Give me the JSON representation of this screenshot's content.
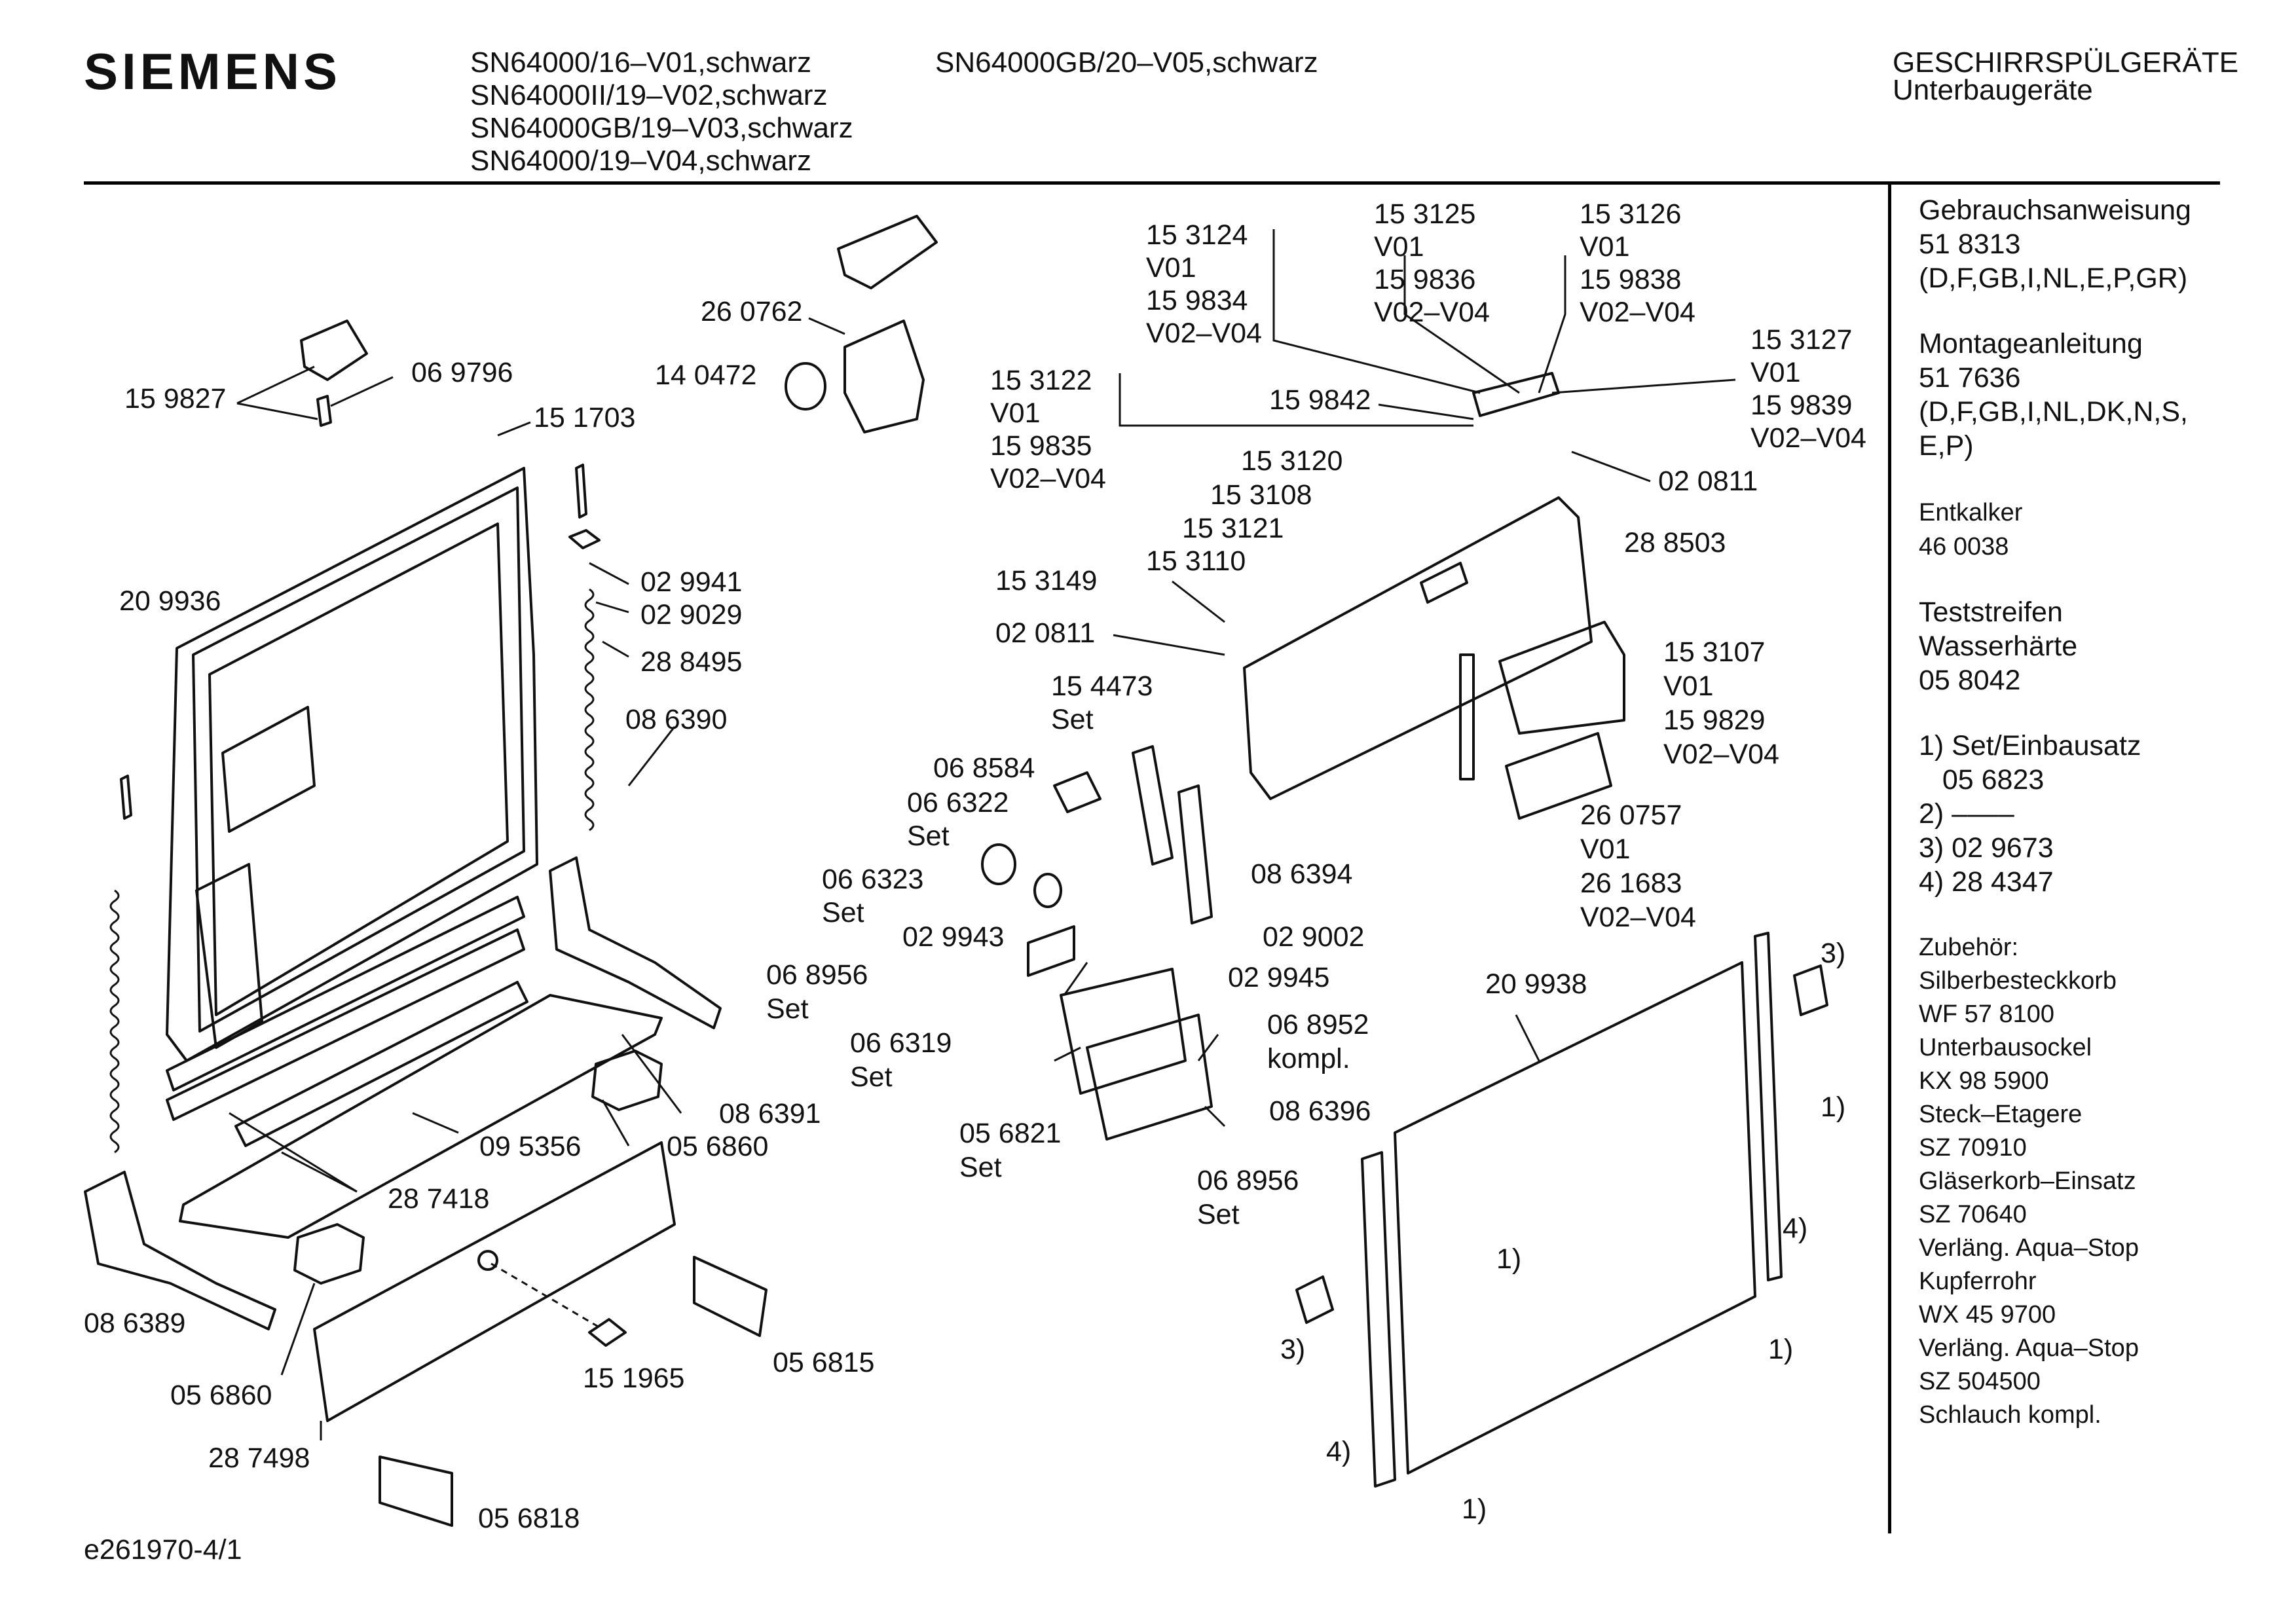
{
  "header": {
    "brand": "SIEMENS",
    "models_col1": [
      "SN64000/16–V01,schwarz",
      "SN64000II/19–V02,schwarz",
      "SN64000GB/19–V03,schwarz",
      "SN64000/19–V04,schwarz"
    ],
    "models_col2": [
      "SN64000GB/20–V05,schwarz"
    ],
    "category": "GESCHIRRSPÜLGERÄTE",
    "subcategory": "Unterbaugeräte"
  },
  "sidebar": [
    {
      "lines": [
        "Gebrauchsanweisung",
        "51 8313",
        "(D,F,GB,I,NL,E,P,GR)"
      ]
    },
    {
      "lines": [
        "Montageanleitung",
        "51 7636",
        "(D,F,GB,I,NL,DK,N,S,",
        "E,P)"
      ]
    },
    {
      "lines": [
        "Entkalker",
        "46 0038"
      ]
    },
    {
      "lines": [
        "Teststreifen",
        "Wasserhärte",
        "05 8042"
      ]
    },
    {
      "lines": [
        "1) Set/Einbausatz",
        "   05 6823",
        "2) ––––",
        "3) 02 9673",
        "4) 28 4347"
      ]
    },
    {
      "lines": [
        "Zubehör:",
        "Silberbesteckkorb",
        "WF 57 8100",
        "Unterbausockel",
        "KX 98 5900",
        "Steck–Etagere",
        "SZ 70910",
        "Gläserkorb–Einsatz",
        "SZ 70640",
        "Verläng. Aqua–Stop",
        "Kupferrohr",
        "WX 45 9700",
        "Verläng. Aqua–Stop",
        "SZ 504500",
        "Schlauch kompl."
      ]
    }
  ],
  "parts": {
    "p260762": "26 0762",
    "p140472": "14 0472",
    "p159827": "15 9827",
    "p069796": "06 9796",
    "p151703": "15 1703",
    "p209936": "20 9936",
    "p029941": "02 9941",
    "p029029": "02 9029",
    "p288495": "28 8495",
    "p086390": "08 6390",
    "p153124": [
      "15 3124",
      "V01",
      "15 9834",
      "V02–V04"
    ],
    "p153125": [
      "15 3125",
      "V01",
      "15 9836",
      "V02–V04"
    ],
    "p153126": [
      "15 3126",
      "V01",
      "15 9838",
      "V02–V04"
    ],
    "p153127": [
      "15 3127",
      "V01",
      "15 9839",
      "V02–V04"
    ],
    "p153122": [
      "15 3122",
      "V01",
      "15 9835",
      "V02–V04"
    ],
    "p159842": "15 9842",
    "p020811a": "02 0811",
    "p153120": "15 3120",
    "p153108": "15 3108",
    "p153121": "15 3121",
    "p153110": "15 3110",
    "p288503": "28 8503",
    "p153149": "15 3149",
    "p020811b": "02 0811",
    "p153107": [
      "15 3107",
      "V01",
      "15 9829",
      "V02–V04"
    ],
    "p154473": [
      "15 4473",
      "Set"
    ],
    "p068584": "06 8584",
    "p066322": [
      "06 6322",
      "Set"
    ],
    "p066323": [
      "06 6323",
      "Set"
    ],
    "p086394": "08 6394",
    "p260757": [
      "26 0757",
      "V01",
      "26 1683",
      "V02–V04"
    ],
    "p029943": "02 9943",
    "p029002": "02 9002",
    "p068956a": [
      "06 8956",
      "Set"
    ],
    "p029945": "02 9945",
    "p068952": [
      "06 8952",
      "kompl."
    ],
    "p066319": [
      "06 6319",
      "Set"
    ],
    "p209938": "20 9938",
    "p086391": "08 6391",
    "p095356": "09 5356",
    "p056860a": "05 6860",
    "p056821": [
      "05 6821",
      "Set"
    ],
    "p086396": "08 6396",
    "p287418": "28 7418",
    "p068956b": [
      "06 8956",
      "Set"
    ],
    "p086389": "08 6389",
    "p151965": "15 1965",
    "p056815": "05 6815",
    "p056860b": "05 6860",
    "p287498": "28 7498",
    "p056818": "05 6818",
    "fn3a": "3)",
    "fn1a": "1)",
    "fn4a": "4)",
    "fn1b": "1)",
    "fn1c": "1)",
    "fn3b": "3)",
    "fn4b": "4)",
    "fn1d": "1)"
  },
  "footer": {
    "drawing_id": "e261970-4/1"
  }
}
